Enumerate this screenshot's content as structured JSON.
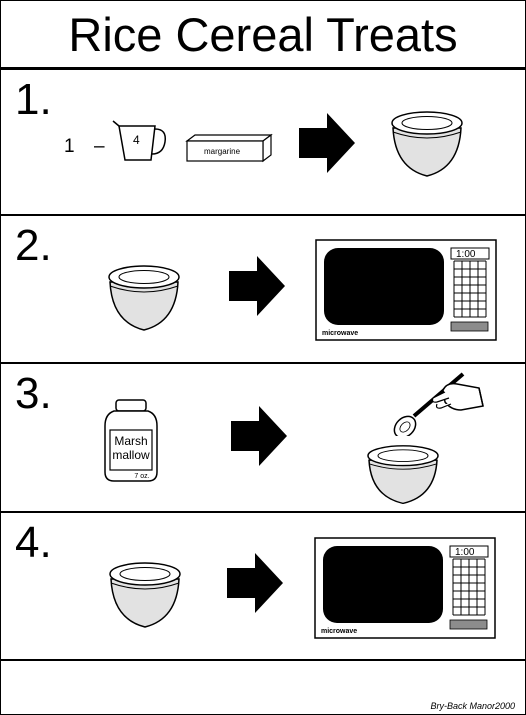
{
  "title": "Rice Cereal Treats",
  "steps": [
    {
      "number": "1.",
      "qty": "1",
      "dash": "–",
      "cup_label": "4",
      "margarine_label": "margarine"
    },
    {
      "number": "2.",
      "timer": "1:00",
      "microwave_label": "microwave"
    },
    {
      "number": "3.",
      "jar_label_1": "Marsh",
      "jar_label_2": "mallow",
      "jar_size": "7 oz."
    },
    {
      "number": "4.",
      "timer": "1:00",
      "microwave_label": "microwave"
    }
  ],
  "footer": {
    "credit": "Bry-Back Manor2000"
  },
  "colors": {
    "ink": "#000000",
    "bowl_fill": "#e2e2e2",
    "screen": "#000000",
    "button": "#8c8c8c"
  },
  "icons": [
    "measuring-cup-icon",
    "margarine-stick-icon",
    "arrow-right-icon",
    "bowl-icon",
    "microwave-icon",
    "marshmallow-jar-icon",
    "hand-spoon-icon"
  ]
}
